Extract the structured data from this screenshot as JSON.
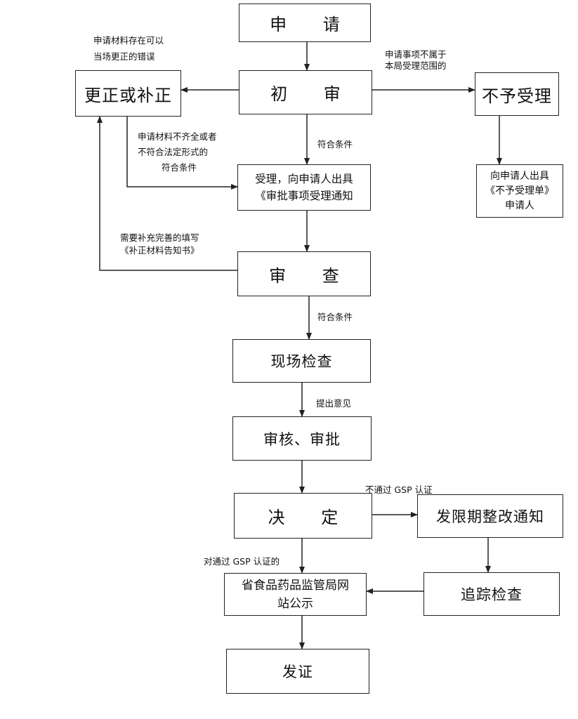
{
  "boxes": {
    "apply": "申 请",
    "initial_review": "初 审",
    "correct_supplement": "更正或补正",
    "not_accepted": "不予受理",
    "accept_line1": "受理，向申请人出具",
    "accept_line2": "《审批事项受理通知",
    "notice_line1": "向申请人出具",
    "notice_line2": "《不予受理单》",
    "notice_line3": "申请人",
    "examine": "审 查",
    "site_inspection": "现场检查",
    "audit_approve": "审核、审批",
    "decision": "决 定",
    "rectify_notice": "发限期整改通知",
    "publish_line1": "省食品药品监管局网",
    "publish_line2": "站公示",
    "follow_up": "追踪检查",
    "certify": "发证"
  },
  "labels": {
    "correctable_line1": "申请材料存在可以",
    "correctable_line2": "当场更正的错误",
    "out_of_scope_line1": "申请事项不属于",
    "out_of_scope_line2": "本局受理范围的",
    "incomplete_line1": "申请材料不齐全或者",
    "incomplete_line2": "不符合法定形式的",
    "incomplete_line3": "符合条件",
    "eligible_1": "符合条件",
    "supplement_line1": "需要补充完善的填写",
    "supplement_line2": "《补正材料告知书》",
    "eligible_2": "符合条件",
    "opinion": "提出意见",
    "gsp_fail": "不通过 GSP 认证",
    "gsp_pass": "对通过 GSP 认证的"
  }
}
